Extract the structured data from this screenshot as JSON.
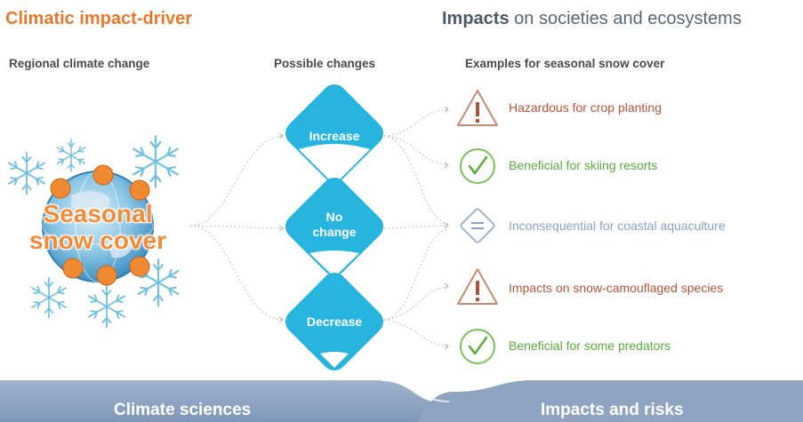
{
  "header": {
    "left_title": "Climatic impact-driver",
    "right_title_bold": "Impacts",
    "right_title_rest": " on societies and ecosystems"
  },
  "columns": {
    "regional": "Regional climate change",
    "possible": "Possible changes",
    "examples": "Examples for seasonal snow cover"
  },
  "driver": {
    "line1": "Seasonal",
    "line2": "snow cover"
  },
  "changes": [
    {
      "line1": "Increase",
      "line2": ""
    },
    {
      "line1": "No",
      "line2": "change"
    },
    {
      "line1": "Decrease",
      "line2": ""
    }
  ],
  "impacts": [
    {
      "label": "Hazardous for crop planting",
      "type": "warning-icon",
      "color": "#b5533a"
    },
    {
      "label": "Beneficial for skiing resorts",
      "type": "check-icon",
      "color": "#5aaa3c"
    },
    {
      "label": "Inconsequential for coastal aquaculture",
      "type": "equals-icon",
      "color": "#8aa3c4"
    },
    {
      "label": "Impacts on snow-camouflaged species",
      "type": "warning-icon",
      "color": "#b5533a"
    },
    {
      "label": "Beneficial for some predators",
      "type": "check-icon",
      "color": "#5aaa3c"
    }
  ],
  "footer": {
    "left": "Climate sciences",
    "right": "Impacts and risks"
  },
  "colors": {
    "accent_orange": "#e8782a",
    "diamond_blue": "#27b4df",
    "band_blue": "#8ba3c2"
  }
}
